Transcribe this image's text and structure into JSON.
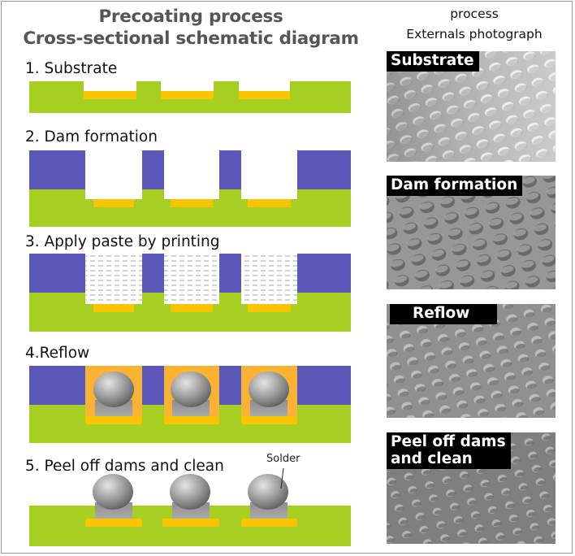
{
  "header": {
    "title_line1": "Precoating process",
    "title_line2": "Cross-sectional schematic diagram",
    "photo_title_line1": "process",
    "photo_title_line2": "Externals photograph"
  },
  "steps": [
    {
      "label": "1. Substrate"
    },
    {
      "label": "2. Dam formation"
    },
    {
      "label": "3. Apply paste by printing"
    },
    {
      "label": "4.Reflow"
    },
    {
      "label": "5. Peel off dams and clean"
    }
  ],
  "callout": {
    "solder_label": "Solder"
  },
  "photos": [
    {
      "label": "Substrate"
    },
    {
      "label": "Dam formation"
    },
    {
      "label": "Reflow"
    },
    {
      "label": "Peel off dams\nand clean"
    }
  ],
  "colors": {
    "substrate": "#a6cf22",
    "pad": "#fbc400",
    "dam": "#5a57b8",
    "flux": "#f9b233",
    "paste_dash": "#b9b9b9",
    "solder": "#8a8a8a",
    "photo_label_bg": "#000000"
  }
}
